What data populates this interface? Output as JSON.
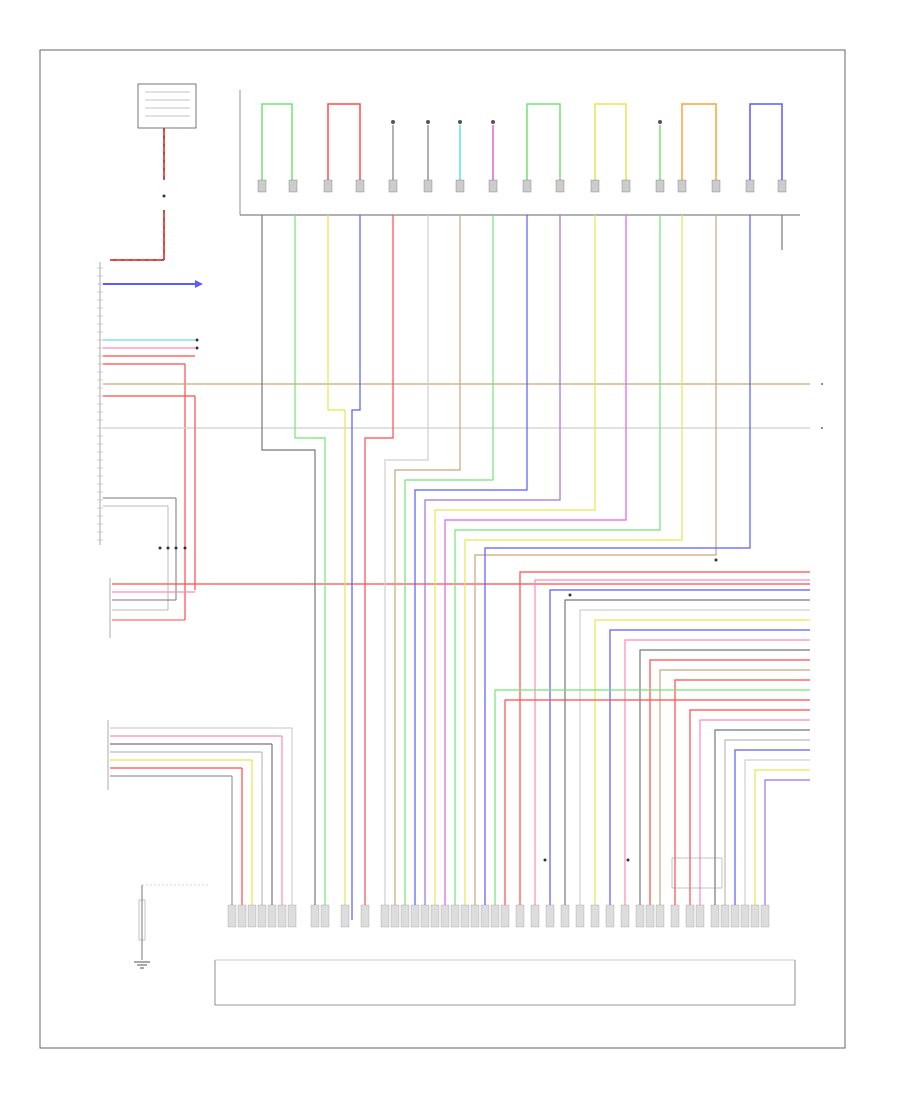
{
  "colors": {
    "red": "#ff4a4a",
    "blue": "#5a5aff",
    "green": "#74e274",
    "lime": "#7ad97a",
    "yellow": "#e6e650",
    "orange": "#ffa23a",
    "cyan": "#60e0e0",
    "magenta": "#e060e0",
    "purple": "#a070e0",
    "gray": "#7a7a7a",
    "tan": "#c8a878",
    "ltgray": "#cfcfcf",
    "pink": "#ff8ab8",
    "black": "#555555"
  },
  "icons": [
    "module-box",
    "ground-symbol",
    "connector-terminal",
    "splice-dot"
  ],
  "page_ref": "",
  "figure_label": "",
  "texts": {
    "top_relay_box": "",
    "top_module_title": "",
    "ecu_left_title": "",
    "stop_lamp_title": "",
    "tcm_bottom_title": "",
    "ground_label": "",
    "ctrl_label": ""
  }
}
